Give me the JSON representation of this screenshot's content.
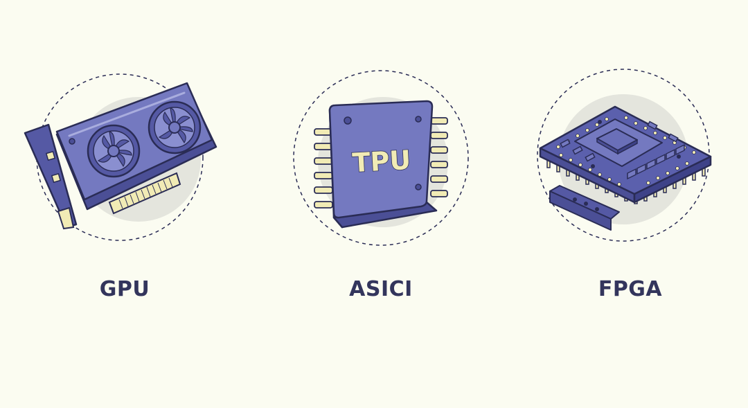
{
  "colors": {
    "background": "#fbfcf1",
    "chip_fill": "#7479c0",
    "chip_side": "#4b4f96",
    "outline": "#2a2c55",
    "pin": "#f1ebb5",
    "halo": "#e4e5dd",
    "label": "#33355c"
  },
  "items": [
    {
      "label": "GPU",
      "icon": "graphics-card-icon"
    },
    {
      "label": "ASICI",
      "icon": "tpu-chip-icon",
      "chip_text": "TPU"
    },
    {
      "label": "FPGA",
      "icon": "fpga-board-icon"
    }
  ]
}
